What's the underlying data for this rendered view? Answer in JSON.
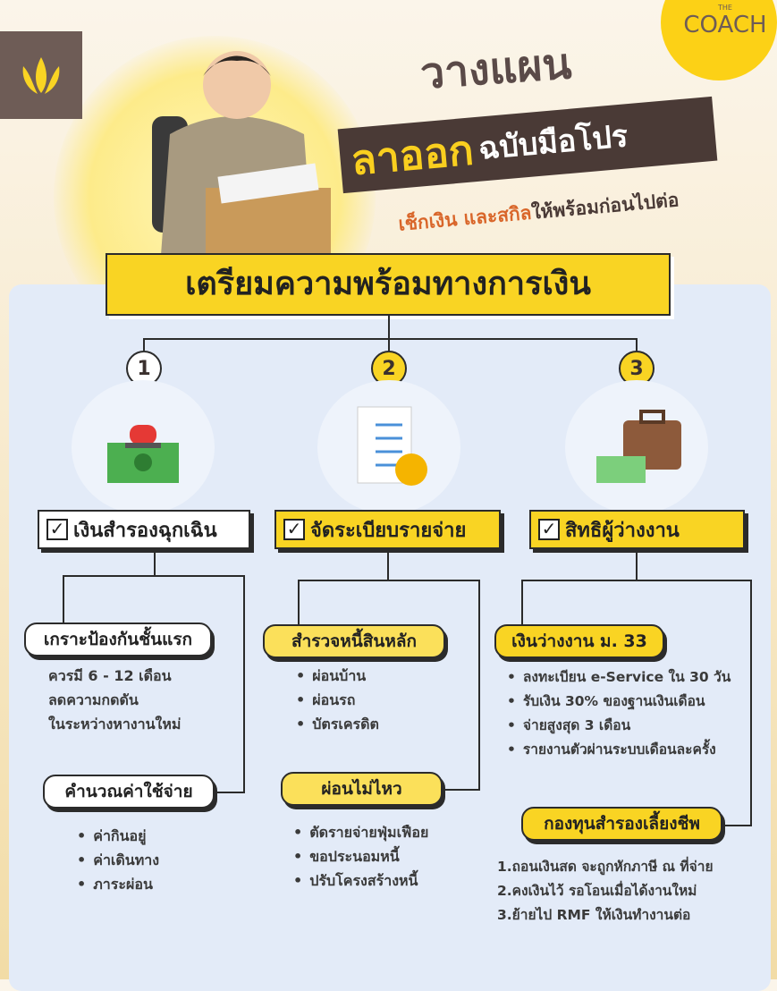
{
  "brand": {
    "small": "THE",
    "name": "COACH",
    "accent": "#f9d423",
    "dark": "#4a3a36"
  },
  "header": {
    "line1": "วางแผน",
    "highlight": "ลาออก",
    "line2": "ฉบับมือโปร",
    "sub_highlight": "เช็กเงิน และสกิล",
    "sub_rest": "ให้พร้อมก่อนไปต่อ"
  },
  "heading": "เตรียมความพร้อมทางการเงิน",
  "columns": [
    {
      "number": "1",
      "icon": "emergency-cash-icon",
      "title": "เงินสำรองฉุกเฉิน",
      "groups": [
        {
          "label": "เกราะป้องกันชั้นแรก",
          "lines": [
            "ควรมี 6 - 12 เดือน",
            "ลดความกดดัน",
            "ในระหว่างหางานใหม่"
          ]
        },
        {
          "label": "คำนวณค่าใช้จ่าย",
          "items": [
            "ค่ากินอยู่",
            "ค่าเดินทาง",
            "ภาระผ่อน"
          ]
        }
      ]
    },
    {
      "number": "2",
      "icon": "checklist-coins-icon",
      "title": "จัดระเบียบรายจ่าย",
      "groups": [
        {
          "label": "สำรวจหนี้สินหลัก",
          "items": [
            "ผ่อนบ้าน",
            "ผ่อนรถ",
            "บัตรเครดิต"
          ]
        },
        {
          "label": "ผ่อนไม่ไหว",
          "items": [
            "ตัดรายจ่ายฟุ่มเฟือย",
            "ขอประนอมหนี้",
            "ปรับโครงสร้างหนี้"
          ]
        }
      ]
    },
    {
      "number": "3",
      "icon": "briefcase-money-icon",
      "title": "สิทธิผู้ว่างงาน",
      "groups": [
        {
          "label": "เงินว่างงาน ม. 33",
          "items": [
            "ลงทะเบียน e-Service ใน 30 วัน",
            "รับเงิน 30% ของฐานเงินเดือน",
            "จ่ายสูงสุด 3 เดือน",
            "รายงานตัวผ่านระบบเดือนละครั้ง"
          ]
        },
        {
          "label": "กองทุนสำรองเลี้ยงชีพ",
          "lines": [
            "1.ถอนเงินสด จะถูกหักภาษี ณ ที่จ่าย",
            "2.คงเงินไว้ รอโอนเมื่อได้งานใหม่",
            "3.ย้ายไป RMF ให้เงินทำงานต่อ"
          ]
        }
      ]
    }
  ]
}
